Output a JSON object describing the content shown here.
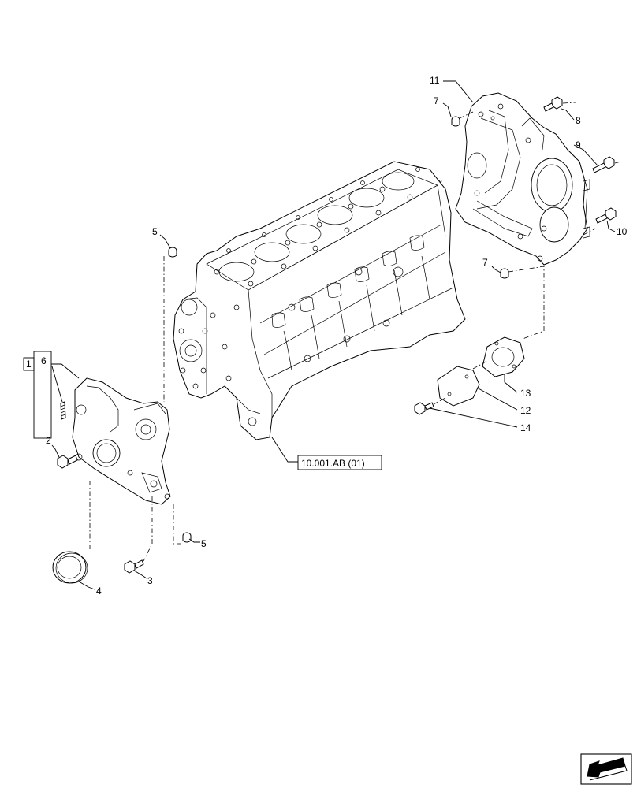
{
  "callouts": {
    "c1": "1",
    "c2": "2",
    "c3": "3",
    "c4": "4",
    "c5a": "5",
    "c5b": "5",
    "c6": "6",
    "c7a": "7",
    "c7b": "7",
    "c8": "8",
    "c9": "9",
    "c10": "10",
    "c11": "11",
    "c12": "12",
    "c13": "13",
    "c14": "14"
  },
  "reference": {
    "label": "10.001.AB (01)"
  },
  "nav": {
    "icon": "next-page-arrow-icon"
  }
}
